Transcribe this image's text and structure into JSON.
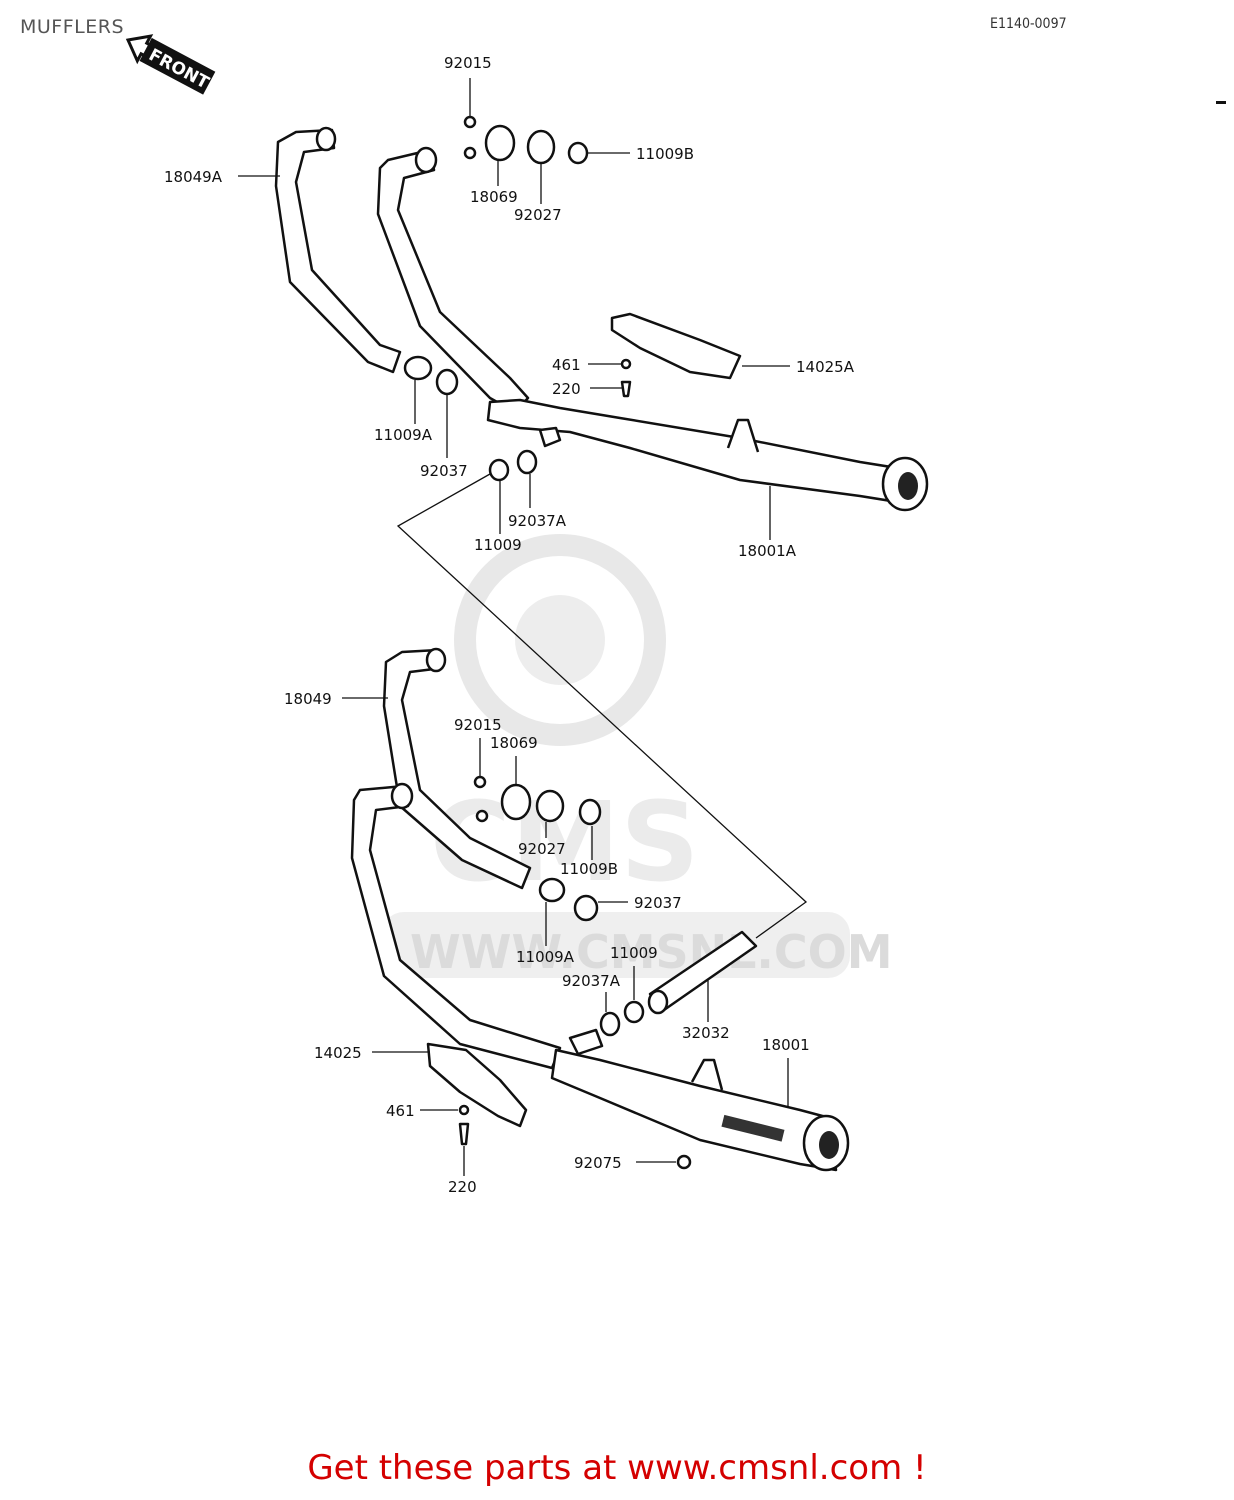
{
  "page": {
    "title": "MUFFLERS",
    "diagram_code": "E1140-0097",
    "footer_text": "Get these parts at www.cmsnl.com !"
  },
  "front_arrow": {
    "label": "FRONT"
  },
  "watermark": {
    "brand": "CMS",
    "url": "WWW.CMSNL.COM"
  },
  "callouts": {
    "c92015_top": "92015",
    "c18049A": "18049A",
    "c11009B_top": "11009B",
    "c18069_top": "18069",
    "c92027_top": "92027",
    "c461_top": "461",
    "c220_top": "220",
    "c14025A": "14025A",
    "c11009A_top": "11009A",
    "c92037_top": "92037",
    "c92037A_top": "92037A",
    "c11009_top": "11009",
    "c18001A": "18001A",
    "c18049": "18049",
    "c92015_bot": "92015",
    "c18069_bot": "18069",
    "c92027_bot": "92027",
    "c11009B_bot": "11009B",
    "c92037_bot": "92037",
    "c11009A_bot": "11009A",
    "c11009_bot": "11009",
    "c92037A_bot": "92037A",
    "c32032": "32032",
    "c18001": "18001",
    "c14025": "14025",
    "c461_bot": "461",
    "c220_bot": "220",
    "c92075": "92075"
  }
}
